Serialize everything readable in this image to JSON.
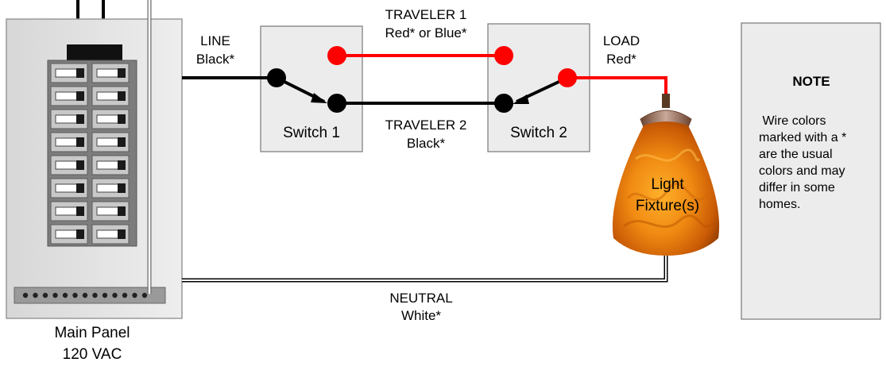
{
  "panel": {
    "title": "Main Panel",
    "voltage": "120 VAC",
    "breaker_rows": 8,
    "breaker_cols": 2,
    "terminal_count": 13
  },
  "wires": {
    "line": {
      "name": "LINE",
      "color": "Black*"
    },
    "traveler1": {
      "name": "TRAVELER 1",
      "color": "Red* or Blue*"
    },
    "traveler2": {
      "name": "TRAVELER 2",
      "color": "Black*"
    },
    "load": {
      "name": "LOAD",
      "color": "Red*"
    },
    "neutral": {
      "name": "NEUTRAL",
      "color": "White*"
    }
  },
  "switches": {
    "switch1": "Switch 1",
    "switch2": "Switch 2"
  },
  "fixture": {
    "line1": "Light",
    "line2": "Fixture(s)"
  },
  "note": {
    "title": "NOTE",
    "lines": [
      " Wire colors",
      "marked with a *",
      "are the usual",
      "colors and may",
      "differ in some",
      "homes."
    ]
  },
  "colors": {
    "red_wire": "#ff0000",
    "black_wire": "#000000",
    "switch_plate": "#ececec",
    "panel_bg": "#e6e6e6",
    "fixture_orange": "#f08a12"
  }
}
